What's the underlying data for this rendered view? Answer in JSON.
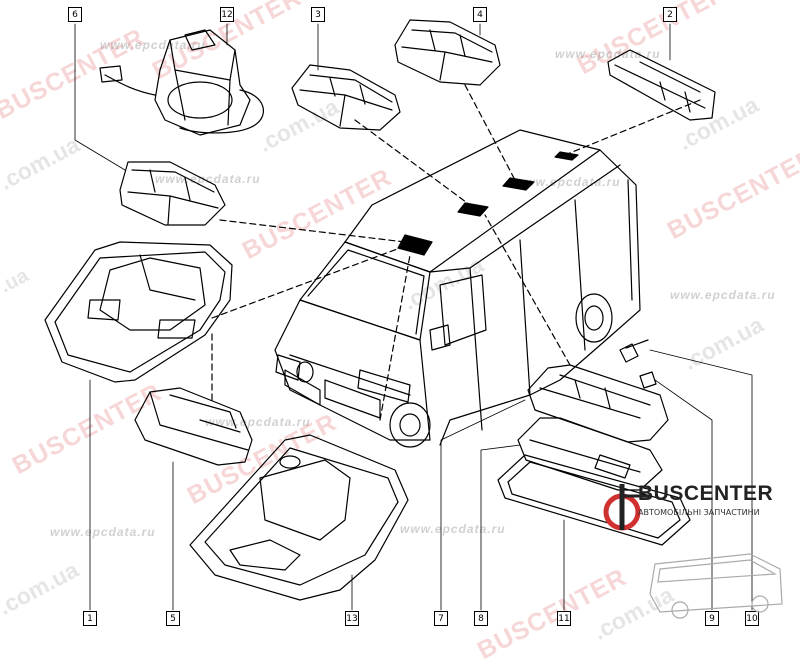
{
  "diagram": {
    "callouts": [
      "6",
      "12",
      "3",
      "4",
      "2",
      "1",
      "5",
      "13",
      "7",
      "8",
      "11",
      "9",
      "10"
    ]
  },
  "watermarks": {
    "brand": "BUSCENTER",
    "domain": ".com.ua",
    "site": "www.epcdata.ru",
    "ua": ".ua"
  },
  "logo": {
    "name": "BUSCENTER",
    "tagline": "АВТОМОБІЛЬНІ ЗАПЧАСТИНИ"
  }
}
